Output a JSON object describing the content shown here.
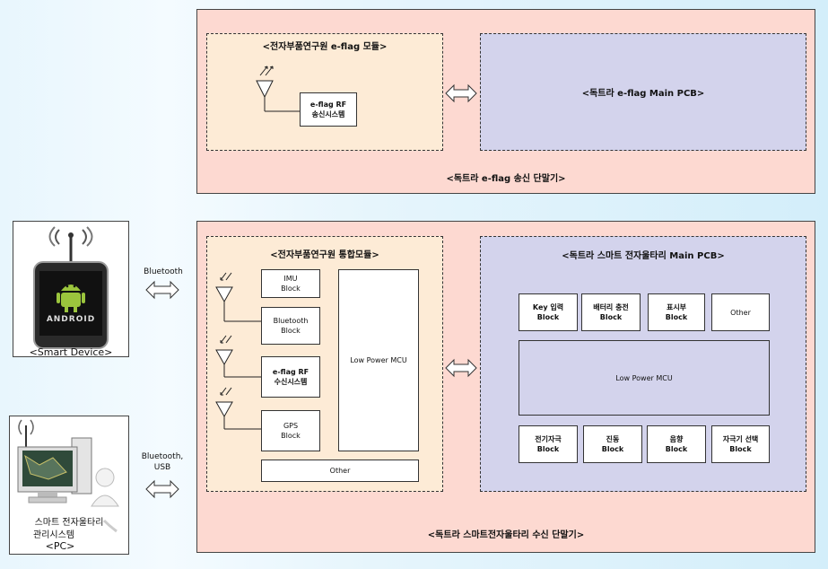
{
  "transmitter": {
    "panel_label": "<독트라 e-flag 송신 단말기>",
    "module_title": "<전자부품연구원 e-flag 모듈>",
    "rf_block": "e-flag RF\n송신시스템",
    "main_pcb": "<독트라 e-flag Main PCB>"
  },
  "receiver": {
    "panel_label": "<독트라 스마트전자울타리 수신 단말기>",
    "module_title": "<전자부품연구원 통합모듈>",
    "imu": "IMU\nBlock",
    "bluetooth": "Bluetooth\nBlock",
    "rf": "e-flag RF\n수신시스템",
    "gps": "GPS\nBlock",
    "mcu": "Low Power MCU",
    "other": "Other",
    "main_pcb_title": "<독트라 스마트 전자울타리 Main PCB>",
    "top_blocks": [
      "Key 입력\nBlock",
      "배터리 충전\nBlock",
      "표시부\nBlock",
      "Other"
    ],
    "pcb_mcu": "Low Power MCU",
    "bottom_blocks": [
      "전기자극\nBlock",
      "진동\nBlock",
      "음향\nBlock",
      "자극기 선택\nBlock"
    ]
  },
  "smart_device": {
    "label": "<Smart Device>",
    "screen_text": "ANDROID",
    "link_label": "Bluetooth"
  },
  "pc": {
    "label_line1": "스마트 전자울타리",
    "label_line2": "관리시스템",
    "label_line3": "<PC>",
    "link_label": "Bluetooth,\nUSB"
  }
}
